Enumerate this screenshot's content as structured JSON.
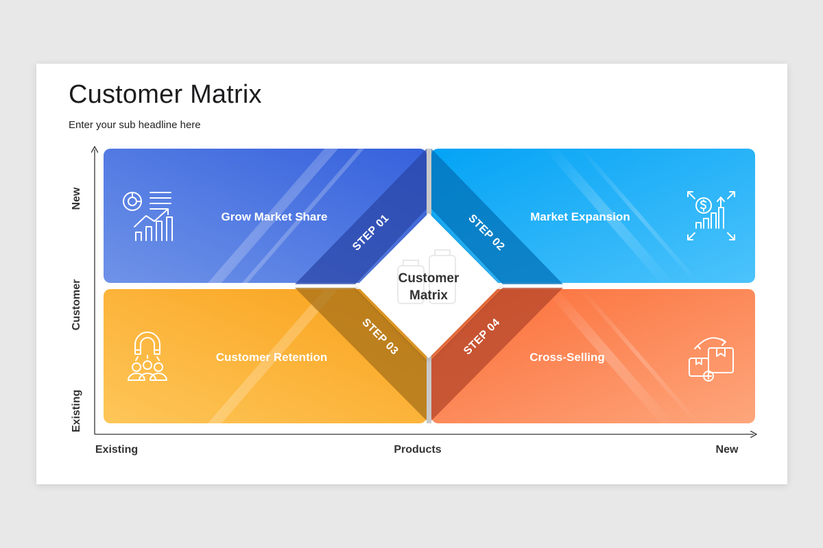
{
  "slide": {
    "title": "Customer Matrix",
    "subtitle": "Enter your sub headline here"
  },
  "axes": {
    "y_title": "Customer",
    "y_top": "New",
    "y_bottom": "Existing",
    "x_title": "Products",
    "x_left": "Existing",
    "x_right": "New"
  },
  "quadrants": [
    {
      "label": "Grow Market Share",
      "step": "STEP 01",
      "icon": "analytics-icon",
      "color": "#4a73df"
    },
    {
      "label": "Market Expansion",
      "step": "STEP 02",
      "icon": "money-growth-icon",
      "color": "#1aa9f8"
    },
    {
      "label": "Customer Retention",
      "step": "STEP 03",
      "icon": "magnet-people-icon",
      "color": "#fbaa1f"
    },
    {
      "label": "Cross-Selling",
      "step": "STEP 04",
      "icon": "boxes-exchange-icon",
      "color": "#fb7a47"
    }
  ],
  "center": {
    "line1": "Customer",
    "line2": "Matrix"
  }
}
